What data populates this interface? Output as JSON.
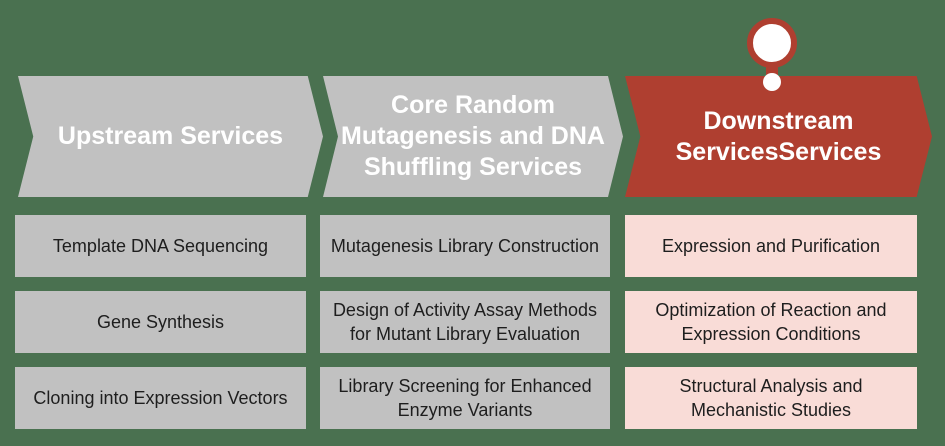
{
  "colors": {
    "background": "#4a7150",
    "gray": "#c1c1c1",
    "red": "#af3f30",
    "pink": "#f9dcd7",
    "header_text": "#ffffff",
    "box_text": "#1e1e1e"
  },
  "stages": [
    {
      "header_lines": [
        "Upstream Services"
      ],
      "boxes": [
        {
          "lines": [
            "Template DNA Sequencing"
          ]
        },
        {
          "lines": [
            "Gene Synthesis"
          ]
        },
        {
          "lines": [
            "Cloning into Expression Vectors"
          ]
        }
      ]
    },
    {
      "header_lines": [
        "Core Random",
        "Mutagenesis and DNA",
        "Shuffling Services"
      ],
      "boxes": [
        {
          "lines": [
            "Mutagenesis Library Construction"
          ]
        },
        {
          "lines": [
            "Design of Activity Assay Methods",
            "for Mutant Library Evaluation"
          ]
        },
        {
          "lines": [
            "Library Screening for Enhanced",
            "Enzyme Variants"
          ]
        }
      ]
    },
    {
      "header_lines": [
        "Downstream",
        "ServicesServices"
      ],
      "boxes": [
        {
          "lines": [
            "Expression and Purification"
          ]
        },
        {
          "lines": [
            "Optimization of Reaction and",
            "Expression Conditions"
          ]
        },
        {
          "lines": [
            "Structural Analysis and",
            "Mechanistic Studies"
          ]
        }
      ]
    }
  ]
}
